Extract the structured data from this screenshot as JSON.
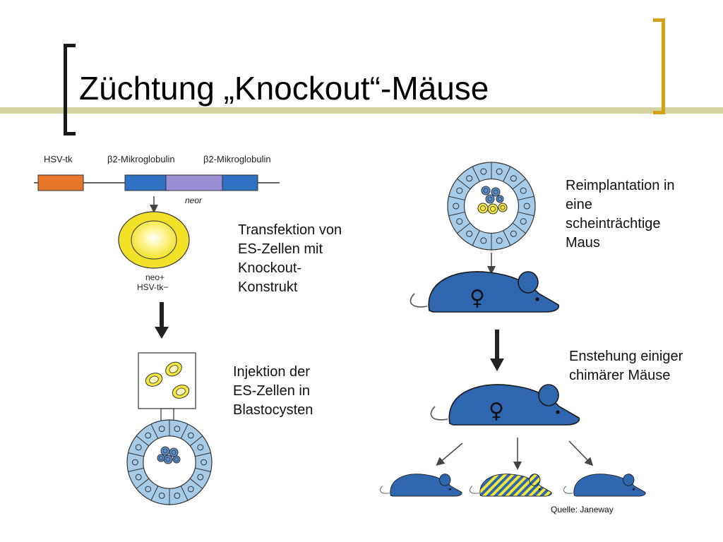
{
  "slide": {
    "title": "Züchtung „Knockout“-Mäuse",
    "source": "Quelle: Janeway"
  },
  "construct": {
    "hsv_tk": "HSV-tk",
    "b2m_left": "β2-Mikroglobulin",
    "b2m_right": "β2-Mikroglobulin",
    "neo": "neor"
  },
  "cell": {
    "line1": "neo+",
    "line2": "HSV-tk−"
  },
  "mouse_symbol": "♀",
  "steps": {
    "transfection": [
      "Transfektion von",
      "ES-Zellen mit",
      "Knockout-",
      "Konstrukt"
    ],
    "injection": [
      "Injektion der",
      "ES-Zellen in",
      "Blastocysten"
    ],
    "reimplant": [
      "Reimplantation in",
      "eine",
      "scheinträchtige",
      "Maus"
    ],
    "chimera": [
      "Enstehung einiger",
      "chimärer Mäuse"
    ]
  },
  "colors": {
    "mouse_blue": "#2e66b0",
    "cell_blue": "#a6cbe8",
    "es_yellow": "#f4e83a",
    "hsvtk_orange": "#e7762b",
    "neo_purple": "#9a8fd4"
  }
}
